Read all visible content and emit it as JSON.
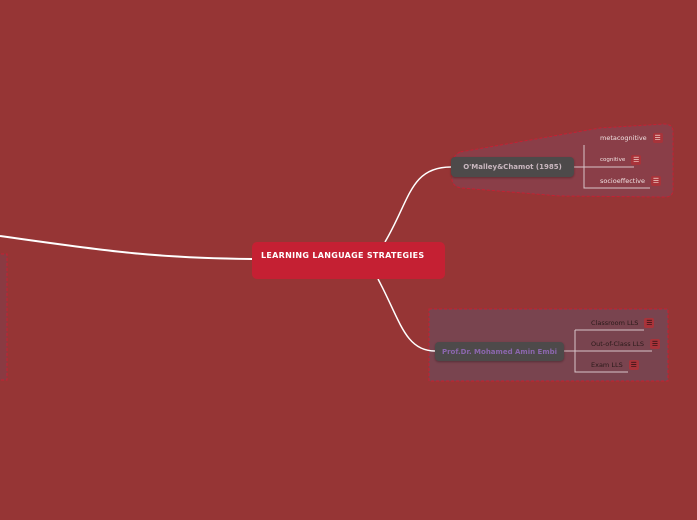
{
  "colors": {
    "background": "#963535",
    "central": "#c52033",
    "topic": "#4d4a4a"
  },
  "central": {
    "label": "LEARNING LANGUAGE STRATEGIES"
  },
  "branches": [
    {
      "label": "O'Malley&Chamot (1985)",
      "children": [
        {
          "label": "metacognitive",
          "icon": "menu-icon"
        },
        {
          "label": "cognitive",
          "icon": "menu-icon"
        },
        {
          "label": "socioeffective",
          "icon": "menu-icon"
        }
      ]
    },
    {
      "label": "Prof.Dr. Mohamed Amin Embi",
      "children": [
        {
          "label": "Classroom LLS",
          "icon": "menu-icon"
        },
        {
          "label": "Out-of-Class LLS",
          "icon": "menu-icon"
        },
        {
          "label": "Exam LLS",
          "icon": "menu-icon"
        }
      ]
    }
  ]
}
